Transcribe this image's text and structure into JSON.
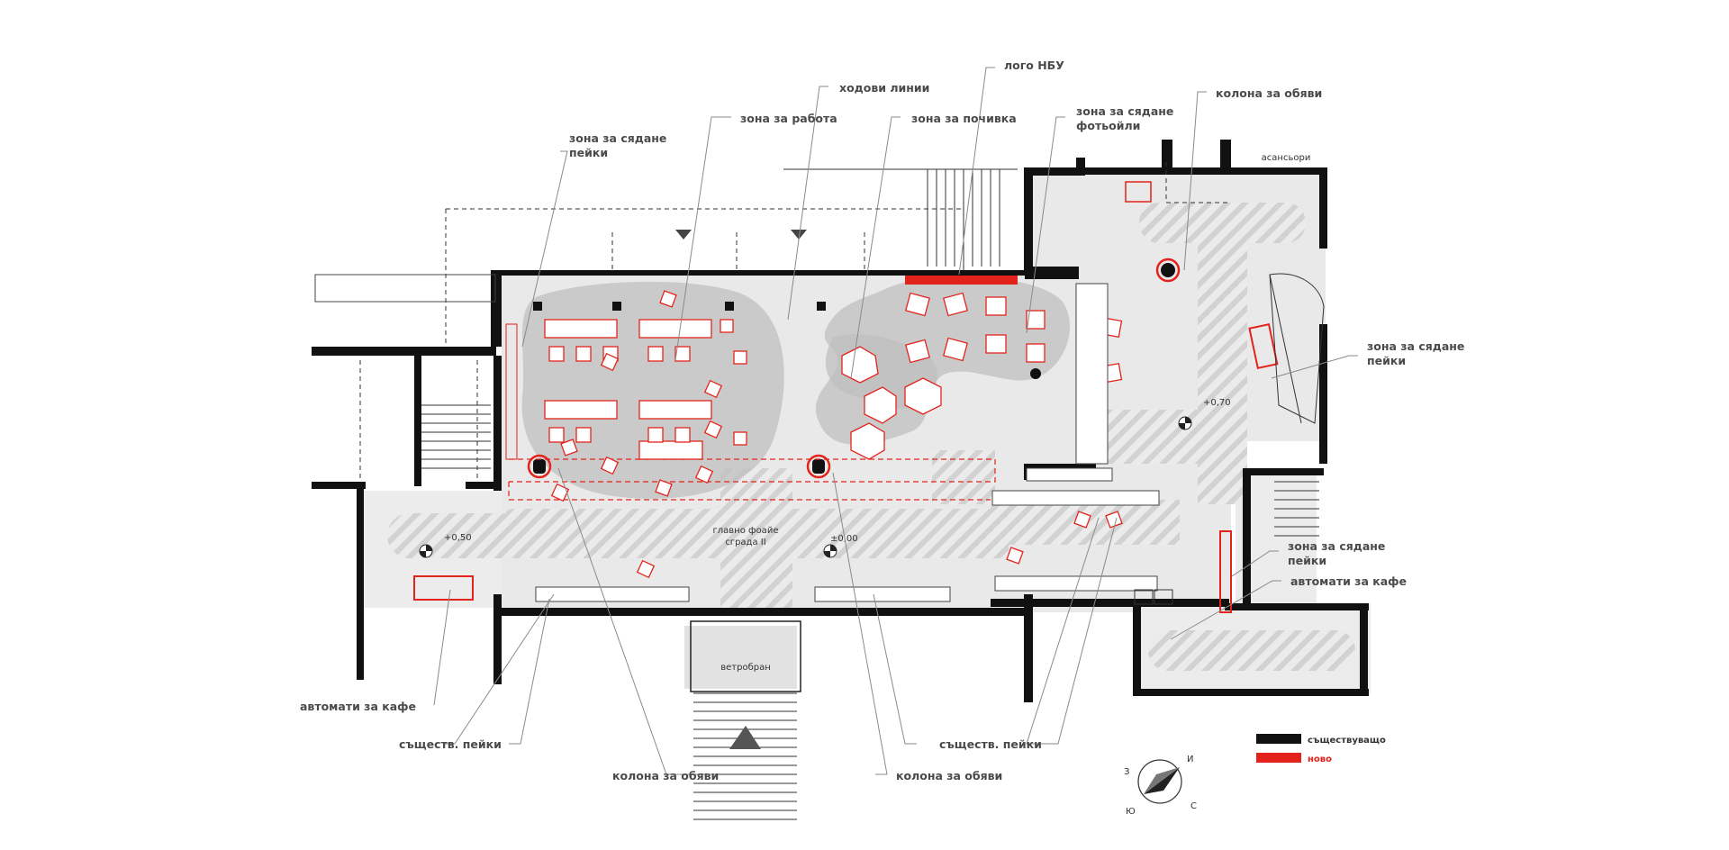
{
  "labels": {
    "seating_benches_top": [
      "зона за сядане",
      "пейки"
    ],
    "work_zone": "зона за работа",
    "walk_lines": "ходови линии",
    "rest_zone": "зона за почивка",
    "logo_nbu": "лого НБУ",
    "seating_armchairs": [
      "зона за сядане",
      "фотьойли"
    ],
    "column_notices_top": "колона за обяви",
    "elevators": "асансьори",
    "seating_benches_right": [
      "зона за сядане",
      "пейки"
    ],
    "seating_benches_lower_right": [
      "зона за сядане",
      "пейки"
    ],
    "coffee_machines_right": "автомати за кафе",
    "coffee_machines_left": "автомати за кафе",
    "existing_benches_left": "съществ. пейки",
    "existing_benches_right": "съществ. пейки",
    "column_notices_bottom_left": "колона за обяви",
    "column_notices_bottom_right": "колона за обяви",
    "windbreak": "ветробран",
    "main_foyer": [
      "главно фоайе",
      "сграда II"
    ],
    "level_0": "±0,00",
    "level_050": "+0,50",
    "level_070": "+0,70"
  },
  "legend": {
    "existing": {
      "label": "съществуващо",
      "color": "#111111"
    },
    "new": {
      "label": "ново",
      "color": "#e3231b"
    }
  },
  "compass": {
    "north": "С",
    "south": "Ю",
    "east": "И",
    "west": "З"
  },
  "colors": {
    "existing": "#111111",
    "new": "#e3231b",
    "zone": "#bfbfbf",
    "hatch": "#c8c8c8"
  }
}
